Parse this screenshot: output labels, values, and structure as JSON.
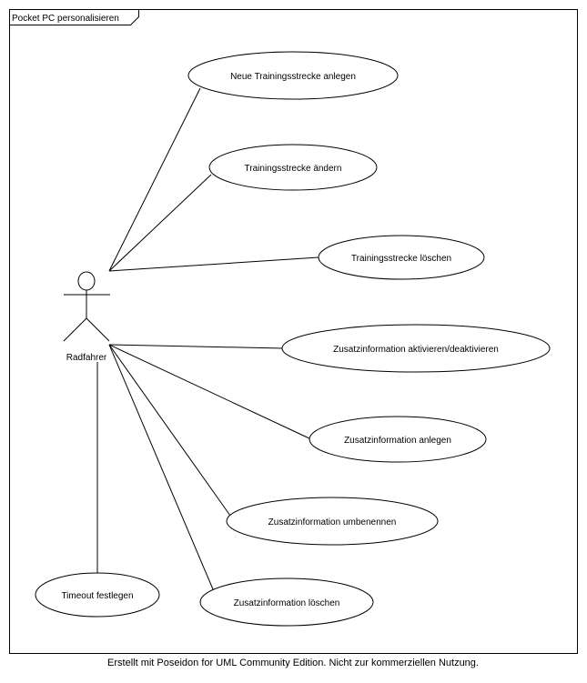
{
  "frame": {
    "title": "Pocket PC personalisieren"
  },
  "actor": {
    "name": "Radfahrer"
  },
  "use_cases": [
    {
      "id": "uc1",
      "label": "Neue Trainingsstrecke anlegen"
    },
    {
      "id": "uc2",
      "label": "Trainingsstrecke ändern"
    },
    {
      "id": "uc3",
      "label": "Trainingsstrecke löschen"
    },
    {
      "id": "uc4",
      "label": "Zusatzinformation aktivieren/deaktivieren"
    },
    {
      "id": "uc5",
      "label": "Zusatzinformation anlegen"
    },
    {
      "id": "uc6",
      "label": "Zusatzinformation umbenennen"
    },
    {
      "id": "uc7",
      "label": "Zusatzinformation löschen"
    },
    {
      "id": "uc8",
      "label": "Timeout festlegen"
    }
  ],
  "footer": {
    "text": "Erstellt mit Poseidon for UML Community Edition. Nicht zur kommerziellen Nutzung."
  }
}
